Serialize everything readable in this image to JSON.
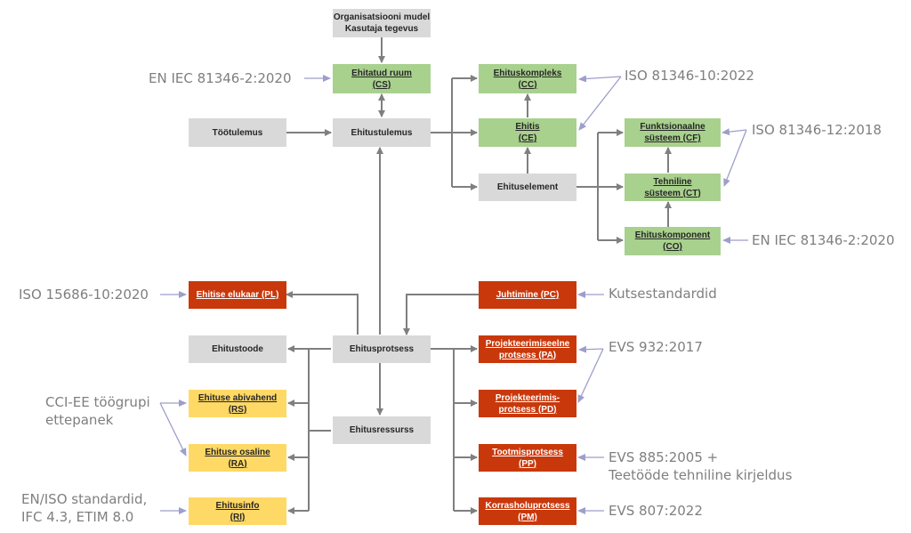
{
  "nodes": {
    "org_model": [
      "Organisatsiooni mudel",
      "Kasutaja tegevus"
    ],
    "cs": [
      "Ehitatud ruum",
      "(CS)"
    ],
    "tootulemus": [
      "Töötulemus"
    ],
    "ehitustulemus": [
      "Ehitustulemus"
    ],
    "cc": [
      "Ehituskompleks",
      "(CC)"
    ],
    "ce": [
      "Ehitis",
      "(CE)"
    ],
    "ehituselement": [
      "Ehituselement"
    ],
    "cf": [
      "Funktsionaalne",
      "süsteem (CF)"
    ],
    "ct": [
      "Tehniline",
      "süsteem (CT)"
    ],
    "co": [
      "Ehituskomponent",
      "(CO)"
    ],
    "pl": [
      "Ehitise elukaar (PL)"
    ],
    "pc": [
      "Juhtimine (PC)"
    ],
    "ehitustoode": [
      "Ehitustoode"
    ],
    "ehitusprotsess": [
      "Ehitusprotsess"
    ],
    "pa": [
      "Projekteerimiseelne",
      "protsess (PA)"
    ],
    "rs": [
      "Ehituse abivahend",
      "(RS)"
    ],
    "pd": [
      "Projekteerimis-",
      "protsess (PD)"
    ],
    "ehitusressurss": [
      "Ehitusressurss"
    ],
    "ra": [
      "Ehituse osaline",
      "(RA)"
    ],
    "pp": [
      "Tootmisprotsess",
      "(PP)"
    ],
    "ri": [
      "Ehitusinfo",
      "(RI)"
    ],
    "pm": [
      "Korrasholuprotsess",
      "(PM)"
    ]
  },
  "standards": {
    "en_iec_top": [
      "EN IEC 81346-2:2020"
    ],
    "iso_10": [
      "ISO 81346-10:2022"
    ],
    "iso_12": [
      "ISO 81346-12:2018"
    ],
    "en_iec_bottom": [
      "EN IEC 81346-2:2020"
    ],
    "iso_15686": [
      "ISO 15686-10:2020"
    ],
    "kutsestandardid": [
      "Kutsestandardid"
    ],
    "evs_932": [
      "EVS 932:2017"
    ],
    "cci_ee": [
      "CCI-EE töögrupi",
      "ettepanek"
    ],
    "evs_885": [
      "EVS 885:2005 +",
      "Teetööde tehniline kirjeldus"
    ],
    "en_iso": [
      "EN/ISO standardid,",
      "IFC 4.3, ETIM 8.0"
    ],
    "evs_807": [
      "EVS 807:2022"
    ]
  },
  "colors": {
    "gray_box": "#d9d9d9",
    "green_box": "#a9d18e",
    "red_box": "#c9380b",
    "yellow_box": "#ffd966",
    "connector": "#7f7f7f",
    "reference_arrow": "#9e9ecb",
    "standard_text": "#7f7f7f"
  }
}
